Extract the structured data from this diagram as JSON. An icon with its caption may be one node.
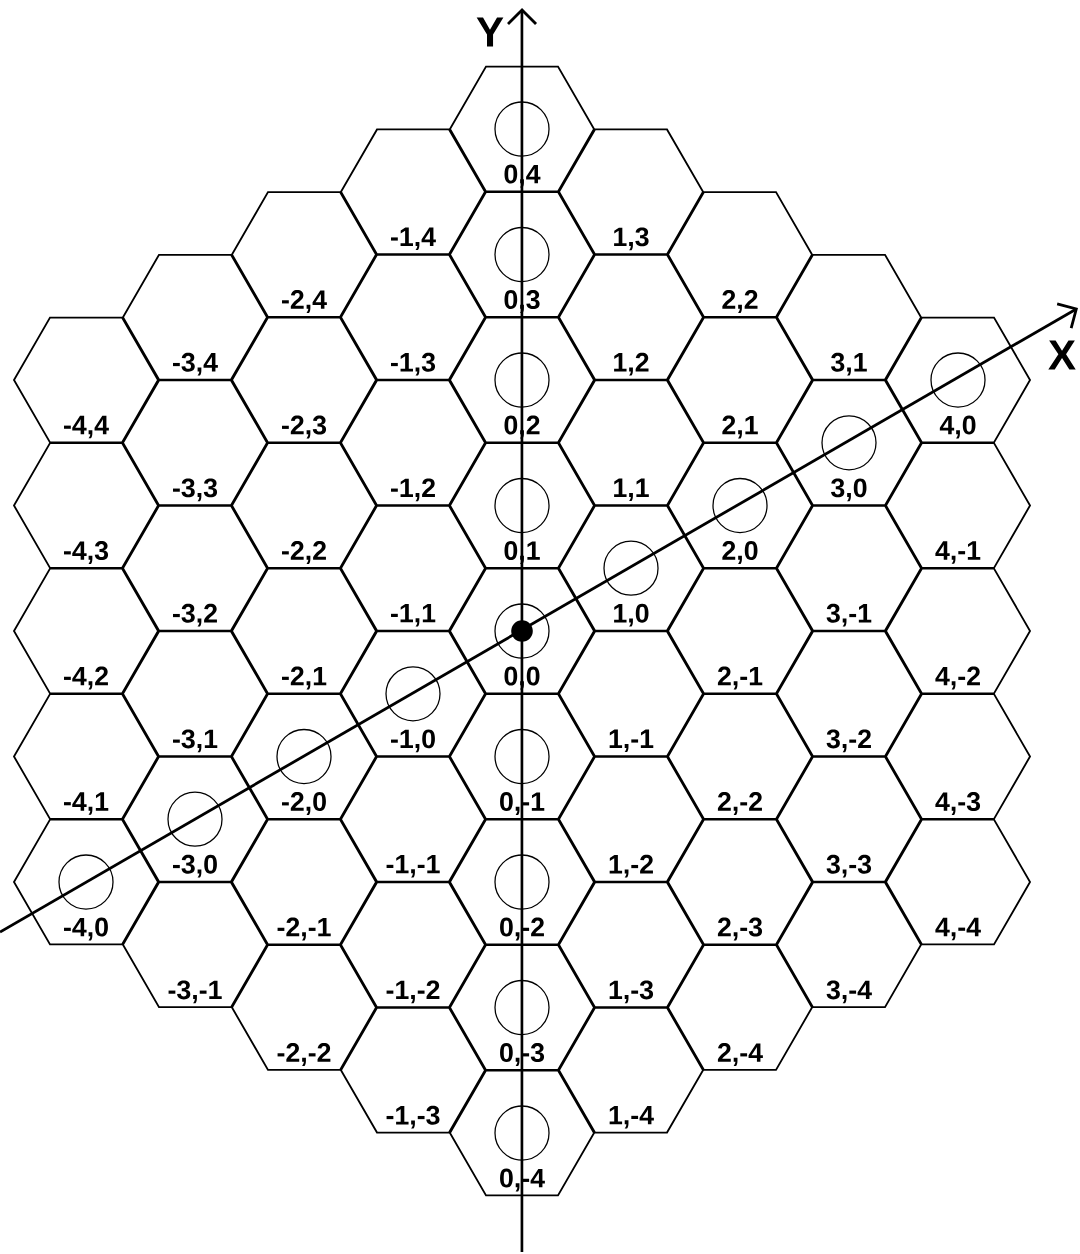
{
  "diagram": {
    "nodes": [
      {
        "text": [
          "0,4"
        ]
      },
      {
        "text": [
          "-1,4"
        ]
      },
      {
        "text": [
          "1,3"
        ]
      },
      {
        "text": [
          "-2,4"
        ]
      },
      {
        "text": [
          "0,3"
        ]
      },
      {
        "text": [
          "2,2"
        ]
      },
      {
        "text": [
          "-3,4"
        ]
      },
      {
        "text": [
          "-1,3"
        ]
      },
      {
        "text": [
          "1,2"
        ]
      },
      {
        "text": [
          "3,1"
        ]
      },
      {
        "text": [
          "-4,4"
        ]
      },
      {
        "text": [
          "-2,3"
        ]
      },
      {
        "text": [
          "0,2"
        ]
      },
      {
        "text": [
          "2,1"
        ]
      },
      {
        "text": [
          "4,0"
        ]
      },
      {
        "text": [
          "-3,3"
        ]
      },
      {
        "text": [
          "-1,2"
        ]
      },
      {
        "text": [
          "1,1"
        ]
      },
      {
        "text": [
          "3,0"
        ]
      },
      {
        "text": [
          "-4,3"
        ]
      },
      {
        "text": [
          "-2,2"
        ]
      },
      {
        "text": [
          "0,1"
        ]
      },
      {
        "text": [
          "2,0"
        ]
      },
      {
        "text": [
          "4,-1"
        ]
      },
      {
        "text": [
          "-3,2"
        ]
      },
      {
        "text": [
          "-1,1"
        ]
      },
      {
        "text": [
          "1,0"
        ]
      },
      {
        "text": [
          "3,-1"
        ]
      },
      {
        "text": [
          "-4,2"
        ]
      },
      {
        "text": [
          "-2,1"
        ]
      },
      {
        "text": [
          "0,0"
        ]
      },
      {
        "text": [
          "2,-1"
        ]
      },
      {
        "text": [
          "4,-2"
        ]
      },
      {
        "text": [
          "-3,1"
        ]
      },
      {
        "text": [
          "-1,0"
        ]
      },
      {
        "text": [
          "1,-1"
        ]
      },
      {
        "text": [
          "3,-2"
        ]
      },
      {
        "text": [
          "-4,1"
        ]
      },
      {
        "text": [
          "-2,0"
        ]
      },
      {
        "text": [
          "0,-1"
        ]
      },
      {
        "text": [
          "2,-2"
        ]
      },
      {
        "text": [
          "4,-3"
        ]
      },
      {
        "text": [
          "-3,0"
        ]
      },
      {
        "text": [
          "-1,-1"
        ]
      },
      {
        "text": [
          "1,-2"
        ]
      },
      {
        "text": [
          "3,-3"
        ]
      },
      {
        "text": [
          "-4,0"
        ]
      },
      {
        "text": [
          "-2,-1"
        ]
      },
      {
        "text": [
          "0,-2"
        ]
      },
      {
        "text": [
          "2,-3"
        ]
      },
      {
        "text": [
          "4,-4"
        ]
      },
      {
        "text": [
          "-3,-1"
        ]
      },
      {
        "text": [
          "-1,-2"
        ]
      },
      {
        "text": [
          "1,-3"
        ]
      },
      {
        "text": [
          "3,-4"
        ]
      },
      {
        "text": [
          "-2,-2"
        ]
      },
      {
        "text": [
          "0,-3"
        ]
      },
      {
        "text": [
          "2,-4"
        ]
      },
      {
        "text": [
          "-1,-3"
        ]
      },
      {
        "text": [
          "1,-4"
        ]
      },
      {
        "text": [
          "0,-4"
        ]
      }
    ],
    "edges": [],
    "labels": [
      "Y",
      "X"
    ]
  }
}
